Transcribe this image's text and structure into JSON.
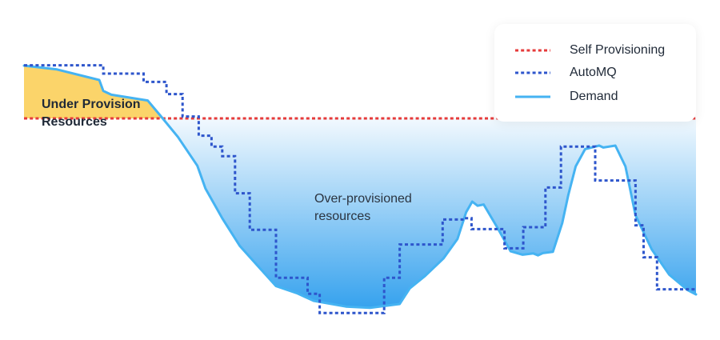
{
  "chart_data": {
    "type": "area",
    "title": "",
    "xlabel": "",
    "ylabel": "",
    "grid": false,
    "legend_placement": "top-right",
    "ylim": [
      0,
      100
    ],
    "xlim": [
      0,
      100
    ],
    "series": [
      {
        "name": "Self Provisioning",
        "style": "dotted",
        "color": "#e63b3b",
        "x": [
          0,
          100
        ],
        "y": [
          70,
          70
        ]
      },
      {
        "name": "AutoMQ",
        "style": "dotted-step",
        "color": "#2e56cc",
        "x": [
          0,
          2.0,
          2.0,
          11.8,
          11.8,
          17.8,
          17.8,
          21.2,
          21.2,
          23.6,
          23.6,
          26.0,
          26.0,
          27.9,
          27.9,
          29.5,
          29.5,
          31.4,
          31.4,
          33.6,
          33.6,
          37.5,
          37.5,
          42.2,
          42.2,
          44.0,
          44.0,
          53.6,
          53.6,
          55.9,
          55.9,
          62.3,
          62.3,
          65.6,
          65.6,
          66.6,
          66.6,
          71.5,
          71.5,
          74.3,
          74.3,
          77.6,
          77.6,
          79.9,
          79.9,
          82.8,
          82.8,
          85.0,
          85.0,
          91.0,
          91.0,
          92.2,
          92.2,
          94.2,
          94.2,
          96.7,
          96.7,
          100
        ],
        "y": [
          86.6,
          86.6,
          86.6,
          86.6,
          84.0,
          84.0,
          81.4,
          81.4,
          77.6,
          77.6,
          70.6,
          70.6,
          64.6,
          64.6,
          61.2,
          61.2,
          58.2,
          58.2,
          46.6,
          46.6,
          35.2,
          35.2,
          20.2,
          20.2,
          15.2,
          15.2,
          9.2,
          9.2,
          20.2,
          20.2,
          30.6,
          30.6,
          38.4,
          38.4,
          38.8,
          38.8,
          35.4,
          35.4,
          29.4,
          29.4,
          36.0,
          36.0,
          48.4,
          48.4,
          61.2,
          61.2,
          61.2,
          61.2,
          50.6,
          50.6,
          36.6,
          36.6,
          26.6,
          26.6,
          16.6,
          16.6,
          16.6,
          16.6
        ]
      },
      {
        "name": "Demand",
        "style": "solid",
        "color": "#45b3f2",
        "x": [
          0,
          4.9,
          11.2,
          11.8,
          13.0,
          18.4,
          20.4,
          22.9,
          25.8,
          27.0,
          29.5,
          32.1,
          34.7,
          37.5,
          40.6,
          43.1,
          47.9,
          51.5,
          55.9,
          57.4,
          59.7,
          62.4,
          64.5,
          65.8,
          66.7,
          67.5,
          68.4,
          70.4,
          72.4,
          74.2,
          75.8,
          76.5,
          77.2,
          78.7,
          80.1,
          81.0,
          82.1,
          83.5,
          85.6,
          86.2,
          88.0,
          89.5,
          91.0,
          93.4,
          96.0,
          98.8,
          100
        ],
        "y": [
          86.5,
          85.3,
          82.0,
          78.6,
          77.4,
          75.6,
          70.6,
          64.2,
          55.2,
          48.1,
          38.8,
          30.2,
          24.1,
          17.6,
          15.4,
          13.0,
          11.2,
          10.8,
          12.0,
          16.9,
          20.8,
          26.2,
          32.3,
          40.7,
          44.0,
          42.7,
          43.1,
          36.0,
          28.5,
          27.4,
          27.8,
          27.2,
          27.9,
          28.3,
          37.3,
          46.1,
          55.0,
          60.4,
          61.5,
          60.9,
          61.5,
          55.0,
          39.7,
          29.1,
          21.2,
          16.3,
          15.0
        ]
      }
    ],
    "regions": [
      {
        "name": "Under Provision Resources",
        "label": "Under Provision\nResources",
        "fill": "#fbd46a"
      },
      {
        "name": "Over-provisioned resources",
        "label": "Over-provisioned\nresources",
        "fill_top": "#eef8fe",
        "fill_bottom": "#36a2ee"
      }
    ]
  },
  "legend": [
    {
      "label": "Self Provisioning",
      "color": "#e63b3b",
      "style": "dotted"
    },
    {
      "label": "AutoMQ",
      "color": "#2e56cc",
      "style": "dotted"
    },
    {
      "label": "Demand",
      "color": "#45b3f2",
      "style": "solid"
    }
  ],
  "annotations": {
    "under_provision": "Under Provision\nResources",
    "over_provisioned": "Over-provisioned\nresources"
  }
}
